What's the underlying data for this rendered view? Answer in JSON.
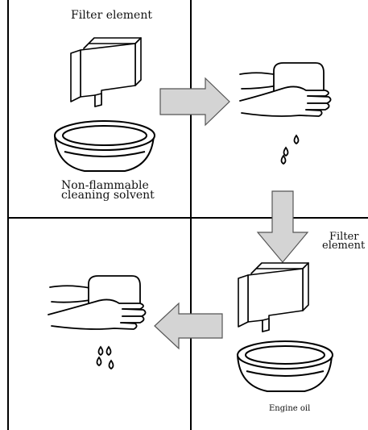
{
  "labels": {
    "filter_element_top": "Filter element",
    "solvent_line1": "Non-flammable",
    "solvent_line2": "cleaning solvent",
    "filter_element_right_line1": "Filter",
    "filter_element_right_line2": "element",
    "engine_oil": "Engine oil"
  },
  "colors": {
    "line": "#000000",
    "arrow_fill": "#d4d4d4",
    "arrow_stroke": "#555555",
    "background": "#ffffff"
  }
}
